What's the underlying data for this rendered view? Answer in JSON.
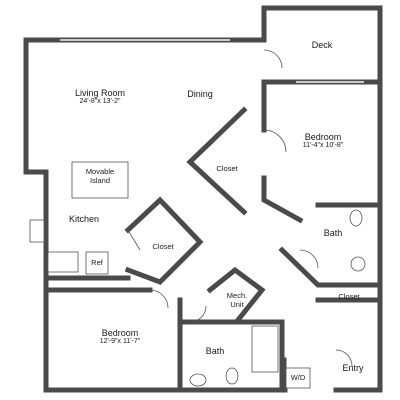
{
  "rooms": {
    "living": {
      "name": "Living Room",
      "dims": "24'-8\"x 13'-2\""
    },
    "dining": {
      "name": "Dining"
    },
    "deck": {
      "name": "Deck"
    },
    "bedroom1": {
      "name": "Bedroom",
      "dims": "11'-4\"x 10'-8\""
    },
    "closet1": {
      "name": "Closet"
    },
    "island": {
      "line1": "Movable",
      "line2": "Island"
    },
    "kitchen": {
      "name": "Kitchen"
    },
    "ref": {
      "name": "Ref"
    },
    "closet2": {
      "name": "Closet"
    },
    "bath1": {
      "name": "Bath"
    },
    "closet3": {
      "name": "Closet"
    },
    "mech": {
      "line1": "Mech.",
      "line2": "Unit"
    },
    "bedroom2": {
      "name": "Bedroom",
      "dims": "12'-9\"x 11'-7\""
    },
    "bath2": {
      "name": "Bath"
    },
    "wd": {
      "name": "W/D"
    },
    "entry": {
      "name": "Entry"
    }
  },
  "colors": {
    "wall": "#4a4a4a",
    "fixture": "#555555",
    "floor": "#ffffff"
  }
}
